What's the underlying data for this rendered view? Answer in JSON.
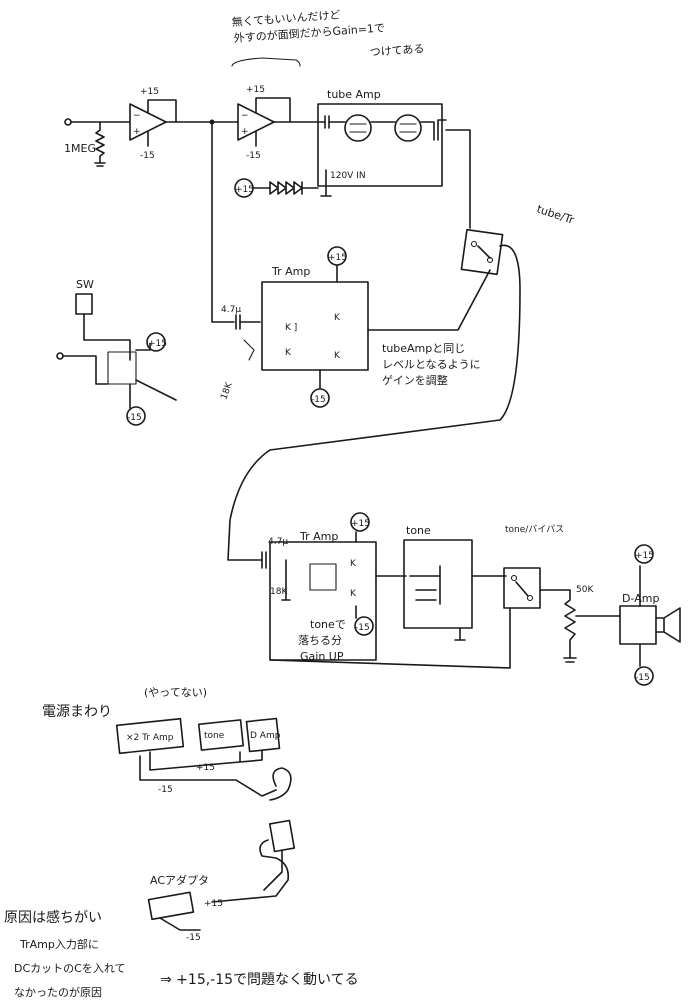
{
  "notes": {
    "top_line1": "無くてもいいんだけど",
    "top_line2": "外すのが面倒だからGain=1で",
    "top_line3": "つけてある",
    "tube_tr": "tube/Tr",
    "tube_amp_match1": "tubeAmpと同じ",
    "tube_amp_match2": "レベルとなるように",
    "tube_amp_match3": "ゲインを調整",
    "tone_gain1": "toneで",
    "tone_gain2": "落ちる分",
    "tone_gain3": "Gain UP",
    "power_title": "電源まわり",
    "power_sub": "(やってない)",
    "bottom1": "原因は感ちがい",
    "bottom2": "TrAmp入力部に",
    "bottom3": "DCカットのCを入れて",
    "bottom4": "なかったのが原因",
    "bottom_result": "⇒ +15,-15で問題なく動いてる"
  },
  "labels": {
    "r_1meg": "1MEG",
    "plus15": "+15",
    "minus15": "-15",
    "tube_amp": "tube Amp",
    "v120": "120V IN",
    "tr_amp": "Tr Amp",
    "cap_47u": "4.7μ",
    "r_18k": "18K",
    "sw": "SW",
    "tr_amp2": "Tr Amp",
    "tone": "tone",
    "tone_bypass": "tone/バイパス",
    "pot_50k": "50K",
    "d_amp": "D-Amp",
    "blk_x2_tr": "×2 Tr Amp",
    "blk_tone": "tone",
    "blk_d": "D Amp",
    "ac_adapter": "ACアダプタ",
    "k": "K"
  }
}
